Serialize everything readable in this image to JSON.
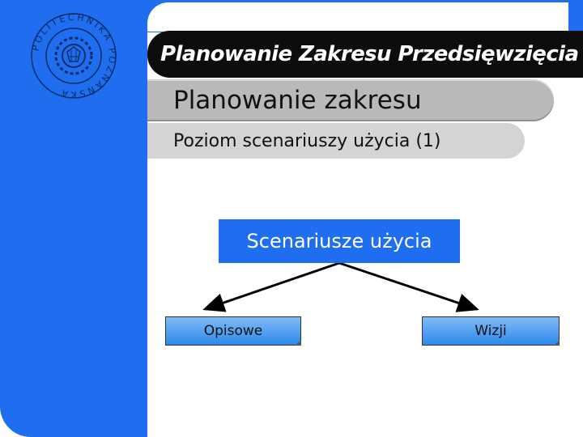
{
  "header": {
    "title": "Planowanie Zakresu Przedsięwzięcia"
  },
  "section": {
    "title": "Planowanie zakresu"
  },
  "slide": {
    "title": "Poziom scenariuszy użycia (1)"
  },
  "diagram": {
    "root": "Scenariusze użycia",
    "children": [
      "Opisowe",
      "Wizji"
    ]
  },
  "logo": {
    "ring_text": "POLITECHNIKA POZNAŃSKA",
    "icon": "university-emblem"
  },
  "colors": {
    "brand_blue": "#1f6ef0",
    "title_bar": "#0d0d0d",
    "section_bar": "#b9b9b9",
    "slide_bar": "#d4d4d4"
  }
}
